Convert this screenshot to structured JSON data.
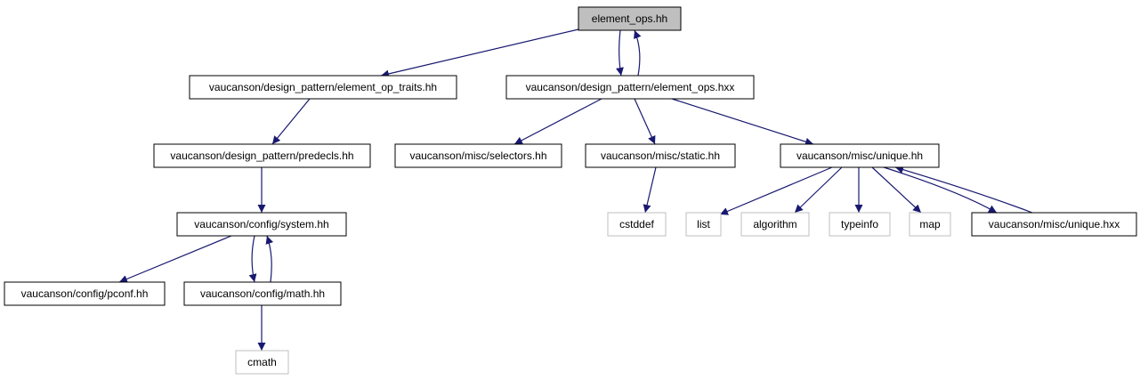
{
  "diagram": {
    "type": "include-dependency-graph",
    "colors": {
      "edge": "#191970",
      "root_fill": "#bfbfbf",
      "external_border": "#bfbfbf",
      "node_border": "#000000"
    },
    "nodes": [
      {
        "id": "element_ops_hh",
        "label": "element_ops.hh",
        "kind": "root"
      },
      {
        "id": "element_op_traits",
        "label": "vaucanson/design_pattern/element_op_traits.hh",
        "kind": "file"
      },
      {
        "id": "element_ops_hxx",
        "label": "vaucanson/design_pattern/element_ops.hxx",
        "kind": "file"
      },
      {
        "id": "predecls",
        "label": "vaucanson/design_pattern/predecls.hh",
        "kind": "file"
      },
      {
        "id": "selectors",
        "label": "vaucanson/misc/selectors.hh",
        "kind": "file"
      },
      {
        "id": "static",
        "label": "vaucanson/misc/static.hh",
        "kind": "file"
      },
      {
        "id": "unique_hh",
        "label": "vaucanson/misc/unique.hh",
        "kind": "file"
      },
      {
        "id": "system",
        "label": "vaucanson/config/system.hh",
        "kind": "file"
      },
      {
        "id": "cstddef",
        "label": "cstddef",
        "kind": "external"
      },
      {
        "id": "list",
        "label": "list",
        "kind": "external"
      },
      {
        "id": "algorithm",
        "label": "algorithm",
        "kind": "external"
      },
      {
        "id": "typeinfo",
        "label": "typeinfo",
        "kind": "external"
      },
      {
        "id": "map",
        "label": "map",
        "kind": "external"
      },
      {
        "id": "unique_hxx",
        "label": "vaucanson/misc/unique.hxx",
        "kind": "file"
      },
      {
        "id": "pconf",
        "label": "vaucanson/config/pconf.hh",
        "kind": "file"
      },
      {
        "id": "math",
        "label": "vaucanson/config/math.hh",
        "kind": "file"
      },
      {
        "id": "cmath",
        "label": "cmath",
        "kind": "external"
      }
    ],
    "edges": [
      {
        "from": "element_ops_hh",
        "to": "element_op_traits"
      },
      {
        "from": "element_ops_hh",
        "to": "element_ops_hxx"
      },
      {
        "from": "element_ops_hxx",
        "to": "element_ops_hh"
      },
      {
        "from": "element_op_traits",
        "to": "predecls"
      },
      {
        "from": "predecls",
        "to": "system"
      },
      {
        "from": "element_ops_hxx",
        "to": "selectors"
      },
      {
        "from": "element_ops_hxx",
        "to": "static"
      },
      {
        "from": "element_ops_hxx",
        "to": "unique_hh"
      },
      {
        "from": "static",
        "to": "cstddef"
      },
      {
        "from": "unique_hh",
        "to": "list"
      },
      {
        "from": "unique_hh",
        "to": "algorithm"
      },
      {
        "from": "unique_hh",
        "to": "typeinfo"
      },
      {
        "from": "unique_hh",
        "to": "map"
      },
      {
        "from": "unique_hh",
        "to": "unique_hxx"
      },
      {
        "from": "unique_hxx",
        "to": "unique_hh"
      },
      {
        "from": "system",
        "to": "pconf"
      },
      {
        "from": "system",
        "to": "math"
      },
      {
        "from": "math",
        "to": "system"
      },
      {
        "from": "math",
        "to": "cmath"
      }
    ]
  }
}
